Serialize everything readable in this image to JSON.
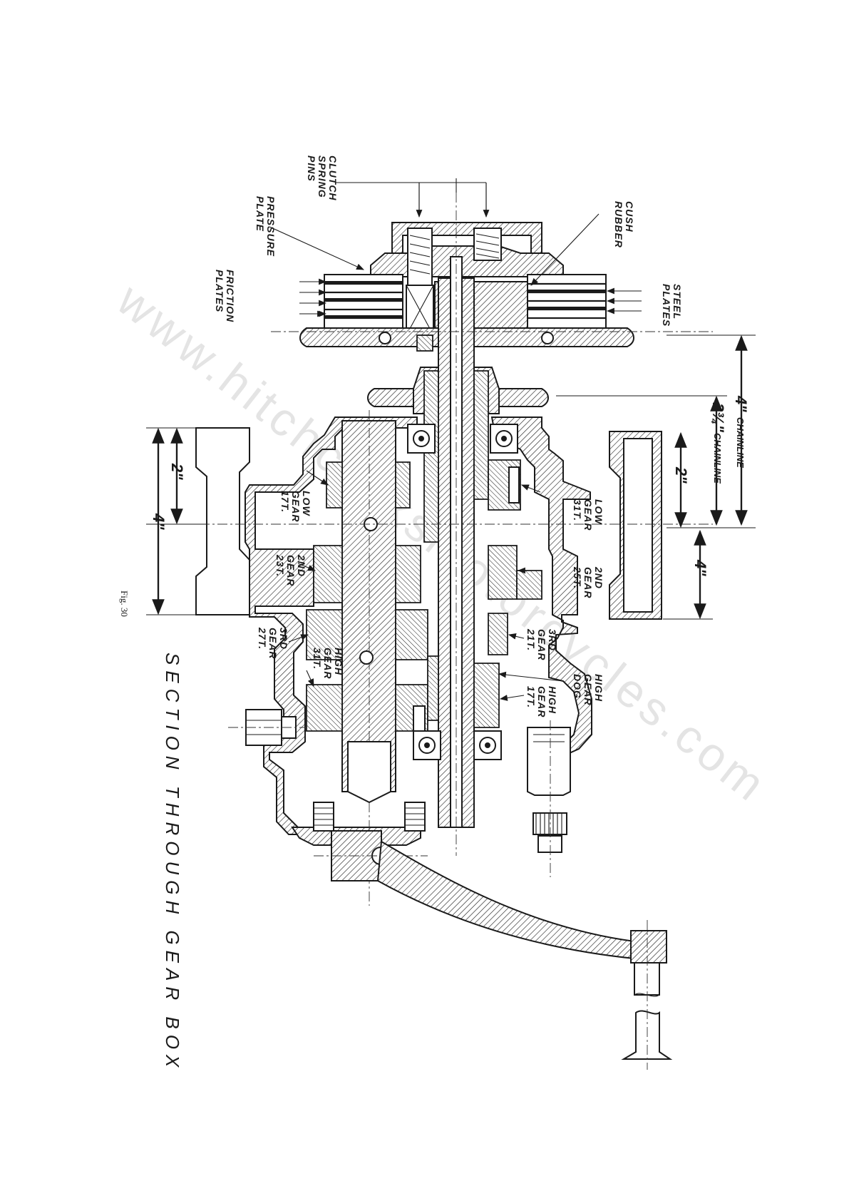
{
  "title": "SECTION THROUGH GEAR BOX",
  "figure": "Fig. 30",
  "watermark": "www.hitchcocksmotorcycles.com",
  "labels": {
    "clutch_spring_pins": [
      "CLUTCH",
      "SPRING",
      "PINS"
    ],
    "pressure_plate": [
      "PRESSURE",
      "PLATE"
    ],
    "friction_plates": [
      "FRICTION",
      "PLATES"
    ],
    "cush_rubber": [
      "CUSH",
      "RUBBER"
    ],
    "steel_plates": [
      "STEEL",
      "PLATES"
    ],
    "low_gear_17": [
      "LOW",
      "GEAR",
      "17T."
    ],
    "low_gear_31": [
      "LOW",
      "GEAR",
      "31T."
    ],
    "second_gear_23": [
      "2ND",
      "GEAR",
      "23T."
    ],
    "second_gear_25": [
      "2ND",
      "GEAR",
      "25T."
    ],
    "third_gear_27": [
      "3RD",
      "GEAR",
      "27T."
    ],
    "third_gear_21": [
      "3RD",
      "GEAR",
      "21T."
    ],
    "high_gear_31": [
      "HIGH",
      "GEAR",
      "31T."
    ],
    "high_gear_dog": [
      "HIGH",
      "GEAR",
      "DOG"
    ],
    "high_gear_17": [
      "HIGH",
      "GEAR",
      "17T."
    ]
  },
  "dimensions": {
    "chainline_4": "4\"",
    "chainline_4_label": "CHAINLINE",
    "chainline_234": "2¾\"",
    "chainline_234_label": "CHAINLINE",
    "right_2": "2\"",
    "right_4": "4\"",
    "left_2": "2\"",
    "left_4": "4\""
  },
  "colors": {
    "ink": "#1a1a1a",
    "paper": "#ffffff",
    "watermark": "#cfcfcf"
  }
}
